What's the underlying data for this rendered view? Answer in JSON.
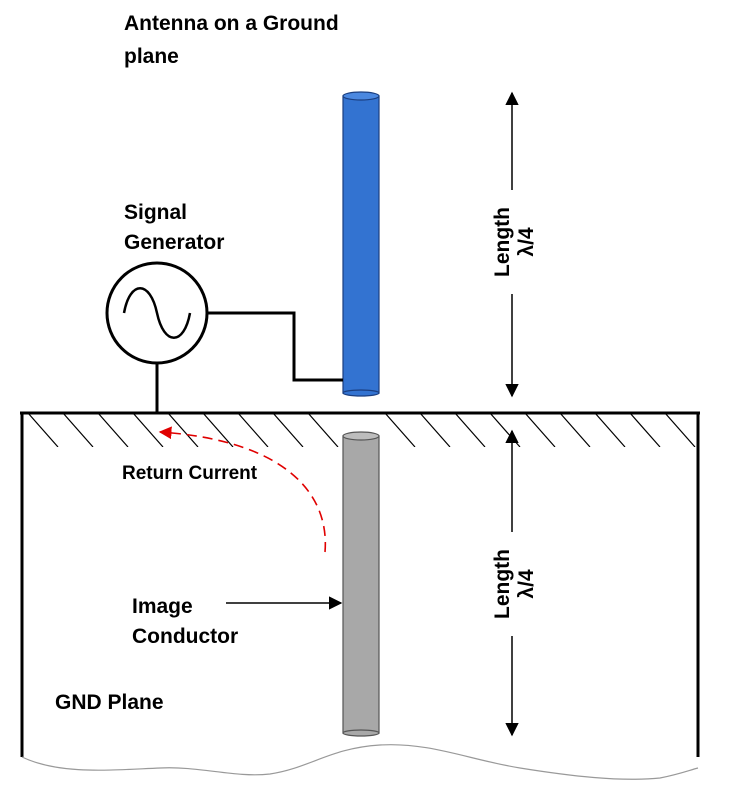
{
  "title": {
    "line1": "Antenna on a Ground",
    "line2": "plane"
  },
  "signal_generator": {
    "line1": "Signal",
    "line2": "Generator"
  },
  "return_current_label": "Return Current",
  "image_conductor": {
    "line1": "Image",
    "line2": "Conductor"
  },
  "gnd_plane_label": "GND Plane",
  "length_top": {
    "line1": "Length",
    "line2": "λ/4"
  },
  "length_bottom": {
    "line1": "Length",
    "line2": "λ/4"
  },
  "colors": {
    "antenna": "#3373d1",
    "image_conductor": "#a8a8a8",
    "return_current": "#e00000",
    "lines": "#000000"
  },
  "icons": {
    "generator": "sine-wave-source-icon",
    "arrow": "double-headed-arrow-icon"
  }
}
